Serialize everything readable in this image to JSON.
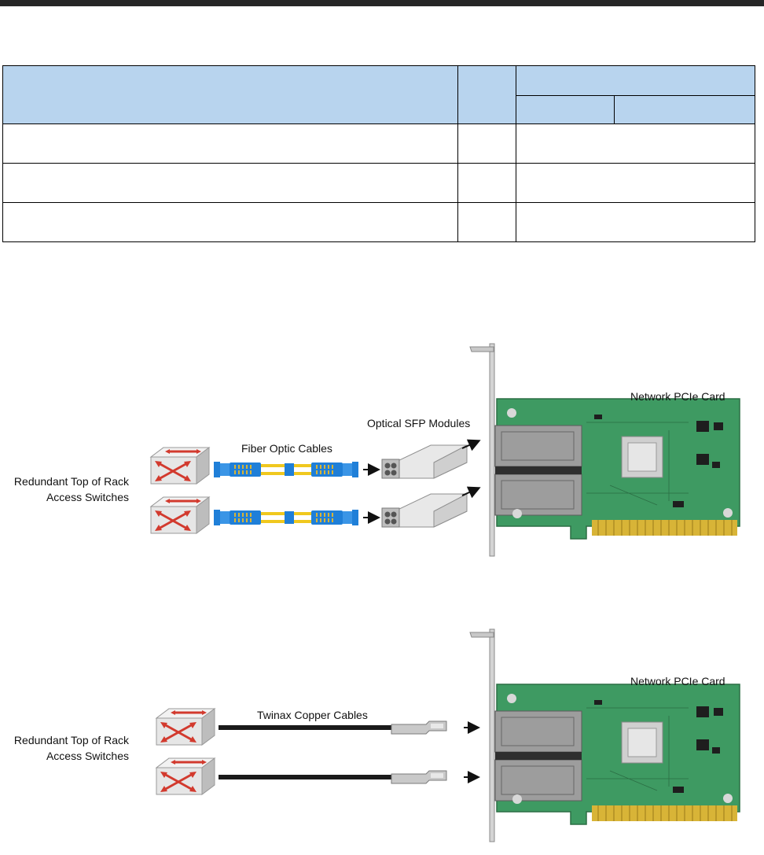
{
  "table": {
    "header_row1": [
      "",
      "",
      ""
    ],
    "header_row2": [
      "",
      ""
    ],
    "rows": [
      [
        "",
        "",
        ""
      ],
      [
        "",
        "",
        ""
      ],
      [
        "",
        "",
        ""
      ]
    ]
  },
  "figure1": {
    "card_label": "Network PCIe Card",
    "modules_label": "Optical SFP Modules",
    "cables_label": "Fiber Optic Cables",
    "switches_label_line1": "Redundant Top  of  Rack",
    "switches_label_line2": "Access Switches"
  },
  "figure2": {
    "card_label": "Network PCIe Card",
    "cables_label": "Twinax Copper Cables",
    "switches_label_line1": "Redundant Top  of  Rack",
    "switches_label_line2": "Access Switches"
  },
  "colors": {
    "table_header": "#b8d4ee",
    "pcb": "#3e9a62",
    "gold_fingers": "#d8b437",
    "fiber_blue": "#1f7fd8",
    "fiber_yellow": "#f0c81e",
    "switch_arrows": "#d23a2e",
    "top_bar": "#262626"
  },
  "icons": [
    "switch-icon",
    "arrow-icon",
    "sfp-module-icon",
    "pcie-card-icon",
    "fiber-cable-icon",
    "twinax-cable-icon"
  ]
}
